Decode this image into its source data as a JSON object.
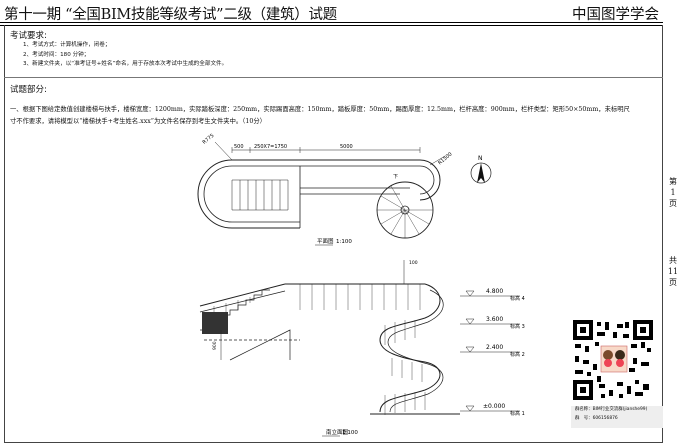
{
  "header": {
    "title": "第十一期 “全国BIM技能等级考试”二级（建筑）试题",
    "org": "中国图学学会"
  },
  "requirements": {
    "title": "考试要求:",
    "items": [
      "1、考试方式：计算机操作，闭卷；",
      "2、考试时间：180 分钟；",
      "3、新建文件夹，以“准考证号+姓名”命名，用于存放本次考试中生成的全部文件。"
    ]
  },
  "section": {
    "title": "试题部分:"
  },
  "question": {
    "line1": "一、根据下图给定数值创建楼梯与扶手，楼梯宽度：1200mm，实际踏板深度：250mm，实际踢面高度：150mm，踏板厚度：50mm，踢面厚度：12.5mm，栏杆高度：900mm，栏杆类型：矩形50×50mm，未标明尺",
    "line2": "寸不作要求，请将模型以“楼梯扶手+考生姓名.xxx”为文件名保存到考生文件夹中。（10分）"
  },
  "plan": {
    "dims": [
      "R775",
      "500",
      "250X7=1750",
      "5000",
      "R1500",
      "下"
    ],
    "caption": "平面图",
    "scale": "1:100"
  },
  "elevation": {
    "caption": "南立面图",
    "scale": "1:100",
    "top_dim": "100",
    "side_dims": [
      "900",
      "900"
    ],
    "levels": [
      {
        "value": "4.800",
        "label": "标高 4"
      },
      {
        "value": "3.600",
        "label": "标高 3"
      },
      {
        "value": "2.400",
        "label": "标高 2"
      },
      {
        "value": "±0.000",
        "label": "标高 1"
      }
    ]
  },
  "compass": {
    "label": "N"
  },
  "page_side": {
    "page": [
      "第",
      "1",
      "页"
    ],
    "total": [
      "共",
      "11",
      "页"
    ]
  },
  "qr": {
    "group_line": "群名称：BIM行业交流群(jianshe99)",
    "number_line": "群　号：606156876"
  }
}
